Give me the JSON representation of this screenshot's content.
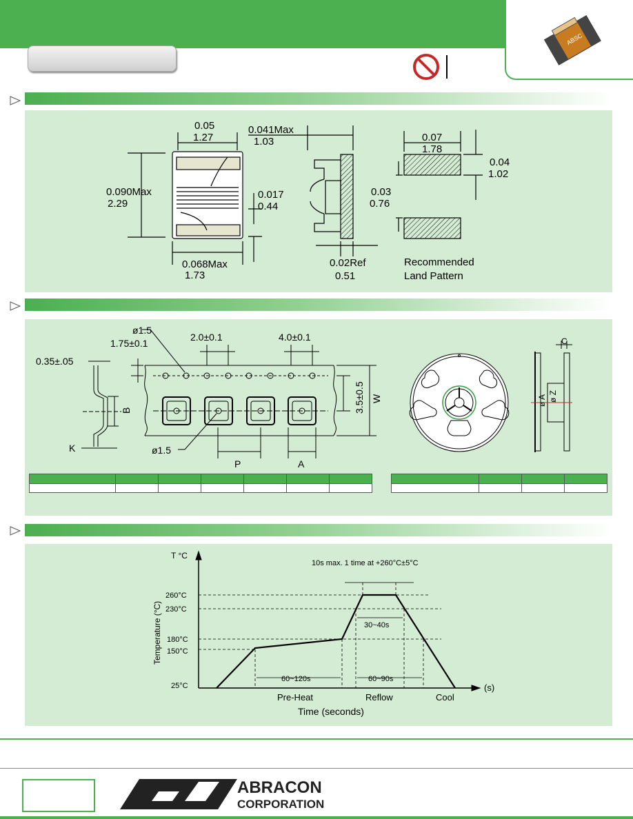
{
  "header": {
    "no_sign_icon": "prohibited-icon",
    "part_marking": "ABSC"
  },
  "dimensions": {
    "width_in": "0.05",
    "width_mm": "1.27",
    "height_in": "0.090Max",
    "height_mm": "2.29",
    "gap_in": "0.017",
    "gap_mm": "0.44",
    "length_in": "0.068Max",
    "length_mm": "1.73",
    "depth_in": "0.041Max",
    "depth_mm": "1.03",
    "ref_in": "0.02Ref",
    "ref_mm": "0.51",
    "land_w_in": "0.07",
    "land_w_mm": "1.78",
    "land_h_in": "0.04",
    "land_h_mm": "1.02",
    "land_gap_in": "0.03",
    "land_gap_mm": "0.76",
    "land_caption_1": "Recommended",
    "land_caption_2": "Land Pattern"
  },
  "tape": {
    "hole_dia": "ø1.5",
    "edge_dist": "1.75±0.1",
    "pitch_p0": "2.0±0.1",
    "pitch_p1": "4.0±0.1",
    "thickness": "0.35±.05",
    "b_label": "B",
    "k_label": "K",
    "pocket_dia": "ø1.5",
    "p_label": "P",
    "a_label": "A",
    "offset": "3.5±0.5",
    "w_label": "W",
    "reel_c": "C",
    "reel_a": "ø A",
    "reel_z": "ø Z"
  },
  "reflow": {
    "y_axis_unit": "T °C",
    "y_axis_title": "Temperature (°C)",
    "x_axis_title": "Time (seconds)",
    "x_unit": "(s)",
    "note": "10s max. 1 time at +260°C±5°C",
    "ticks": [
      "260°C",
      "230°C",
      "180°C",
      "150°C",
      "25°C"
    ],
    "reflow_window": "30~40s",
    "preheat_time": "60~120s",
    "reflow_time": "60~90s",
    "stages": [
      "Pre-Heat",
      "Reflow",
      "Cool"
    ]
  },
  "footer": {
    "logo_line1": "ABRACON",
    "logo_line2": "CORPORATION"
  },
  "colors": {
    "green": "#4caf50",
    "panel": "#d4ebd4"
  }
}
